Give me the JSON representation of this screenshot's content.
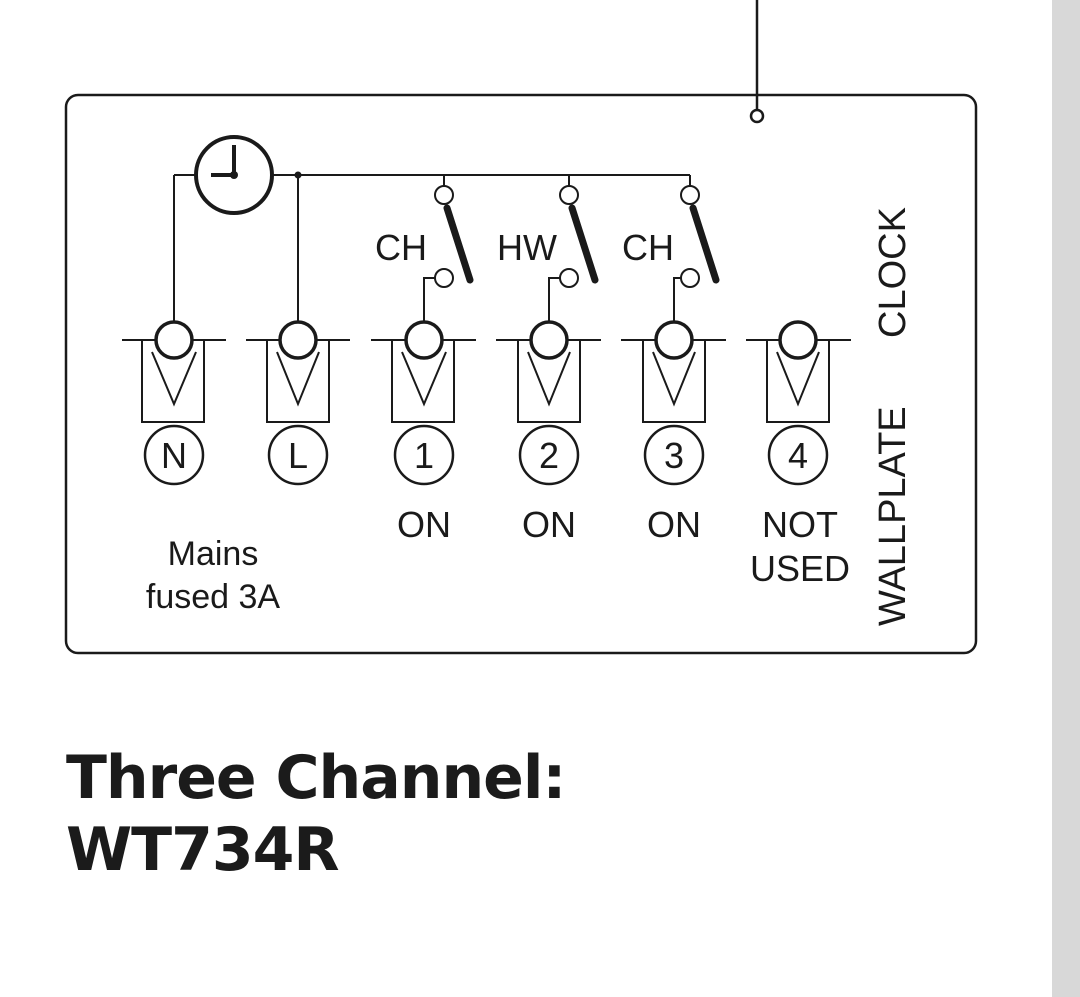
{
  "title": {
    "line1": "Three Channel:",
    "line2": "WT734R"
  },
  "diagram": {
    "vertical_label_1": "CLOCK",
    "vertical_label_2": "WALLPLATE",
    "terminals": [
      {
        "id": "N",
        "label": "N",
        "caption": ""
      },
      {
        "id": "L",
        "label": "L",
        "caption": ""
      },
      {
        "id": "1",
        "label": "1",
        "caption": "ON",
        "switch_label": "CH"
      },
      {
        "id": "2",
        "label": "2",
        "caption": "ON",
        "switch_label": "HW"
      },
      {
        "id": "3",
        "label": "3",
        "caption": "ON",
        "switch_label": "CH"
      },
      {
        "id": "4",
        "label": "4",
        "caption_line1": "NOT",
        "caption_line2": "USED"
      }
    ],
    "mains_line1": "Mains",
    "mains_line2": "fused 3A"
  },
  "colors": {
    "line": "#1a1a1a",
    "scrollbar": "#d8d8d8"
  }
}
